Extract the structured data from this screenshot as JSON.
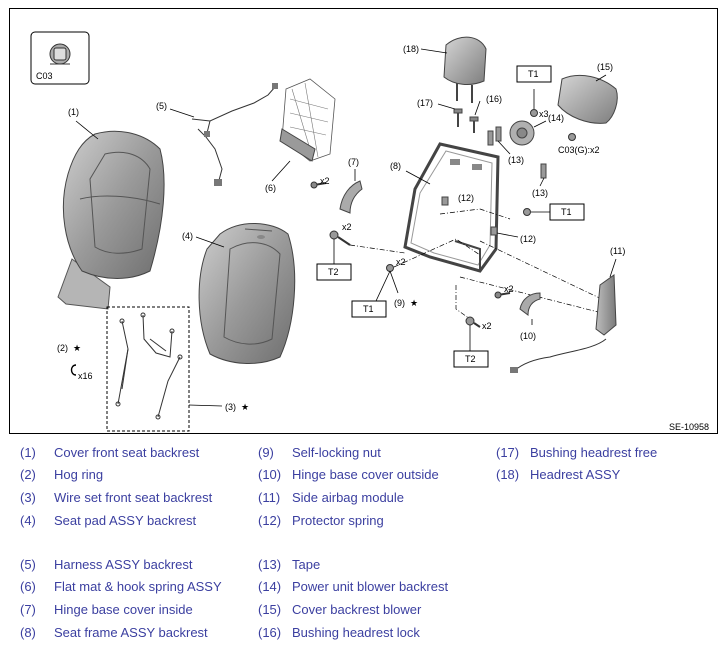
{
  "figure_id": "SE-10958",
  "callouts": {
    "c1": "(1)",
    "c2": "(2)",
    "c3": "(3)",
    "c4": "(4)",
    "c5": "(5)",
    "c6": "(6)",
    "c7": "(7)",
    "c8": "(8)",
    "c9": "(9)",
    "c10": "(10)",
    "c11": "(11)",
    "c12a": "(12)",
    "c12b": "(12)",
    "c13a": "(13)",
    "c13b": "(13)",
    "c14": "(14)",
    "c15": "(15)",
    "c16": "(16)",
    "c17": "(17)",
    "c18": "(18)"
  },
  "stars": {
    "s2": "★",
    "s3": "★",
    "s9": "★"
  },
  "quantities": {
    "q_c03_blower": "C03(G):x2",
    "q_t1_nut": "x3",
    "q_hinge_upper": "x2",
    "q_t2_bolt": "x2",
    "q_nut_lower": "x2",
    "q_hinge_lower": "x2",
    "q_t2_lower_bolt": "x2",
    "q_hog_ring": "x16"
  },
  "torque_labels": {
    "t1_top": "T1",
    "t1_mid": "T1",
    "t1_left": "T1",
    "t2_left": "T2",
    "t2_bottom": "T2"
  },
  "clip_box_label": "C03",
  "legend": [
    {
      "num": "(1)",
      "label": "Cover front seat backrest"
    },
    {
      "num": "(2)",
      "label": "Hog ring"
    },
    {
      "num": "(3)",
      "label": "Wire set front seat backrest"
    },
    {
      "num": "(4)",
      "label": "Seat pad ASSY backrest"
    },
    {
      "num": "(5)",
      "label": "Harness ASSY backrest"
    },
    {
      "num": "(6)",
      "label": "Flat mat & hook spring ASSY"
    },
    {
      "num": "(7)",
      "label": "Hinge base cover inside"
    },
    {
      "num": "(8)",
      "label": "Seat frame ASSY backrest"
    },
    {
      "num": "(9)",
      "label": "Self-locking nut"
    },
    {
      "num": "(10)",
      "label": "Hinge base cover outside"
    },
    {
      "num": "(11)",
      "label": "Side airbag module"
    },
    {
      "num": "(12)",
      "label": "Protector spring"
    },
    {
      "num": "(13)",
      "label": "Tape"
    },
    {
      "num": "(14)",
      "label": "Power unit blower backrest"
    },
    {
      "num": "(15)",
      "label": "Cover backrest blower"
    },
    {
      "num": "(16)",
      "label": "Bushing headrest lock"
    },
    {
      "num": "(17)",
      "label": "Bushing headrest free"
    },
    {
      "num": "(18)",
      "label": "Headrest ASSY"
    }
  ]
}
